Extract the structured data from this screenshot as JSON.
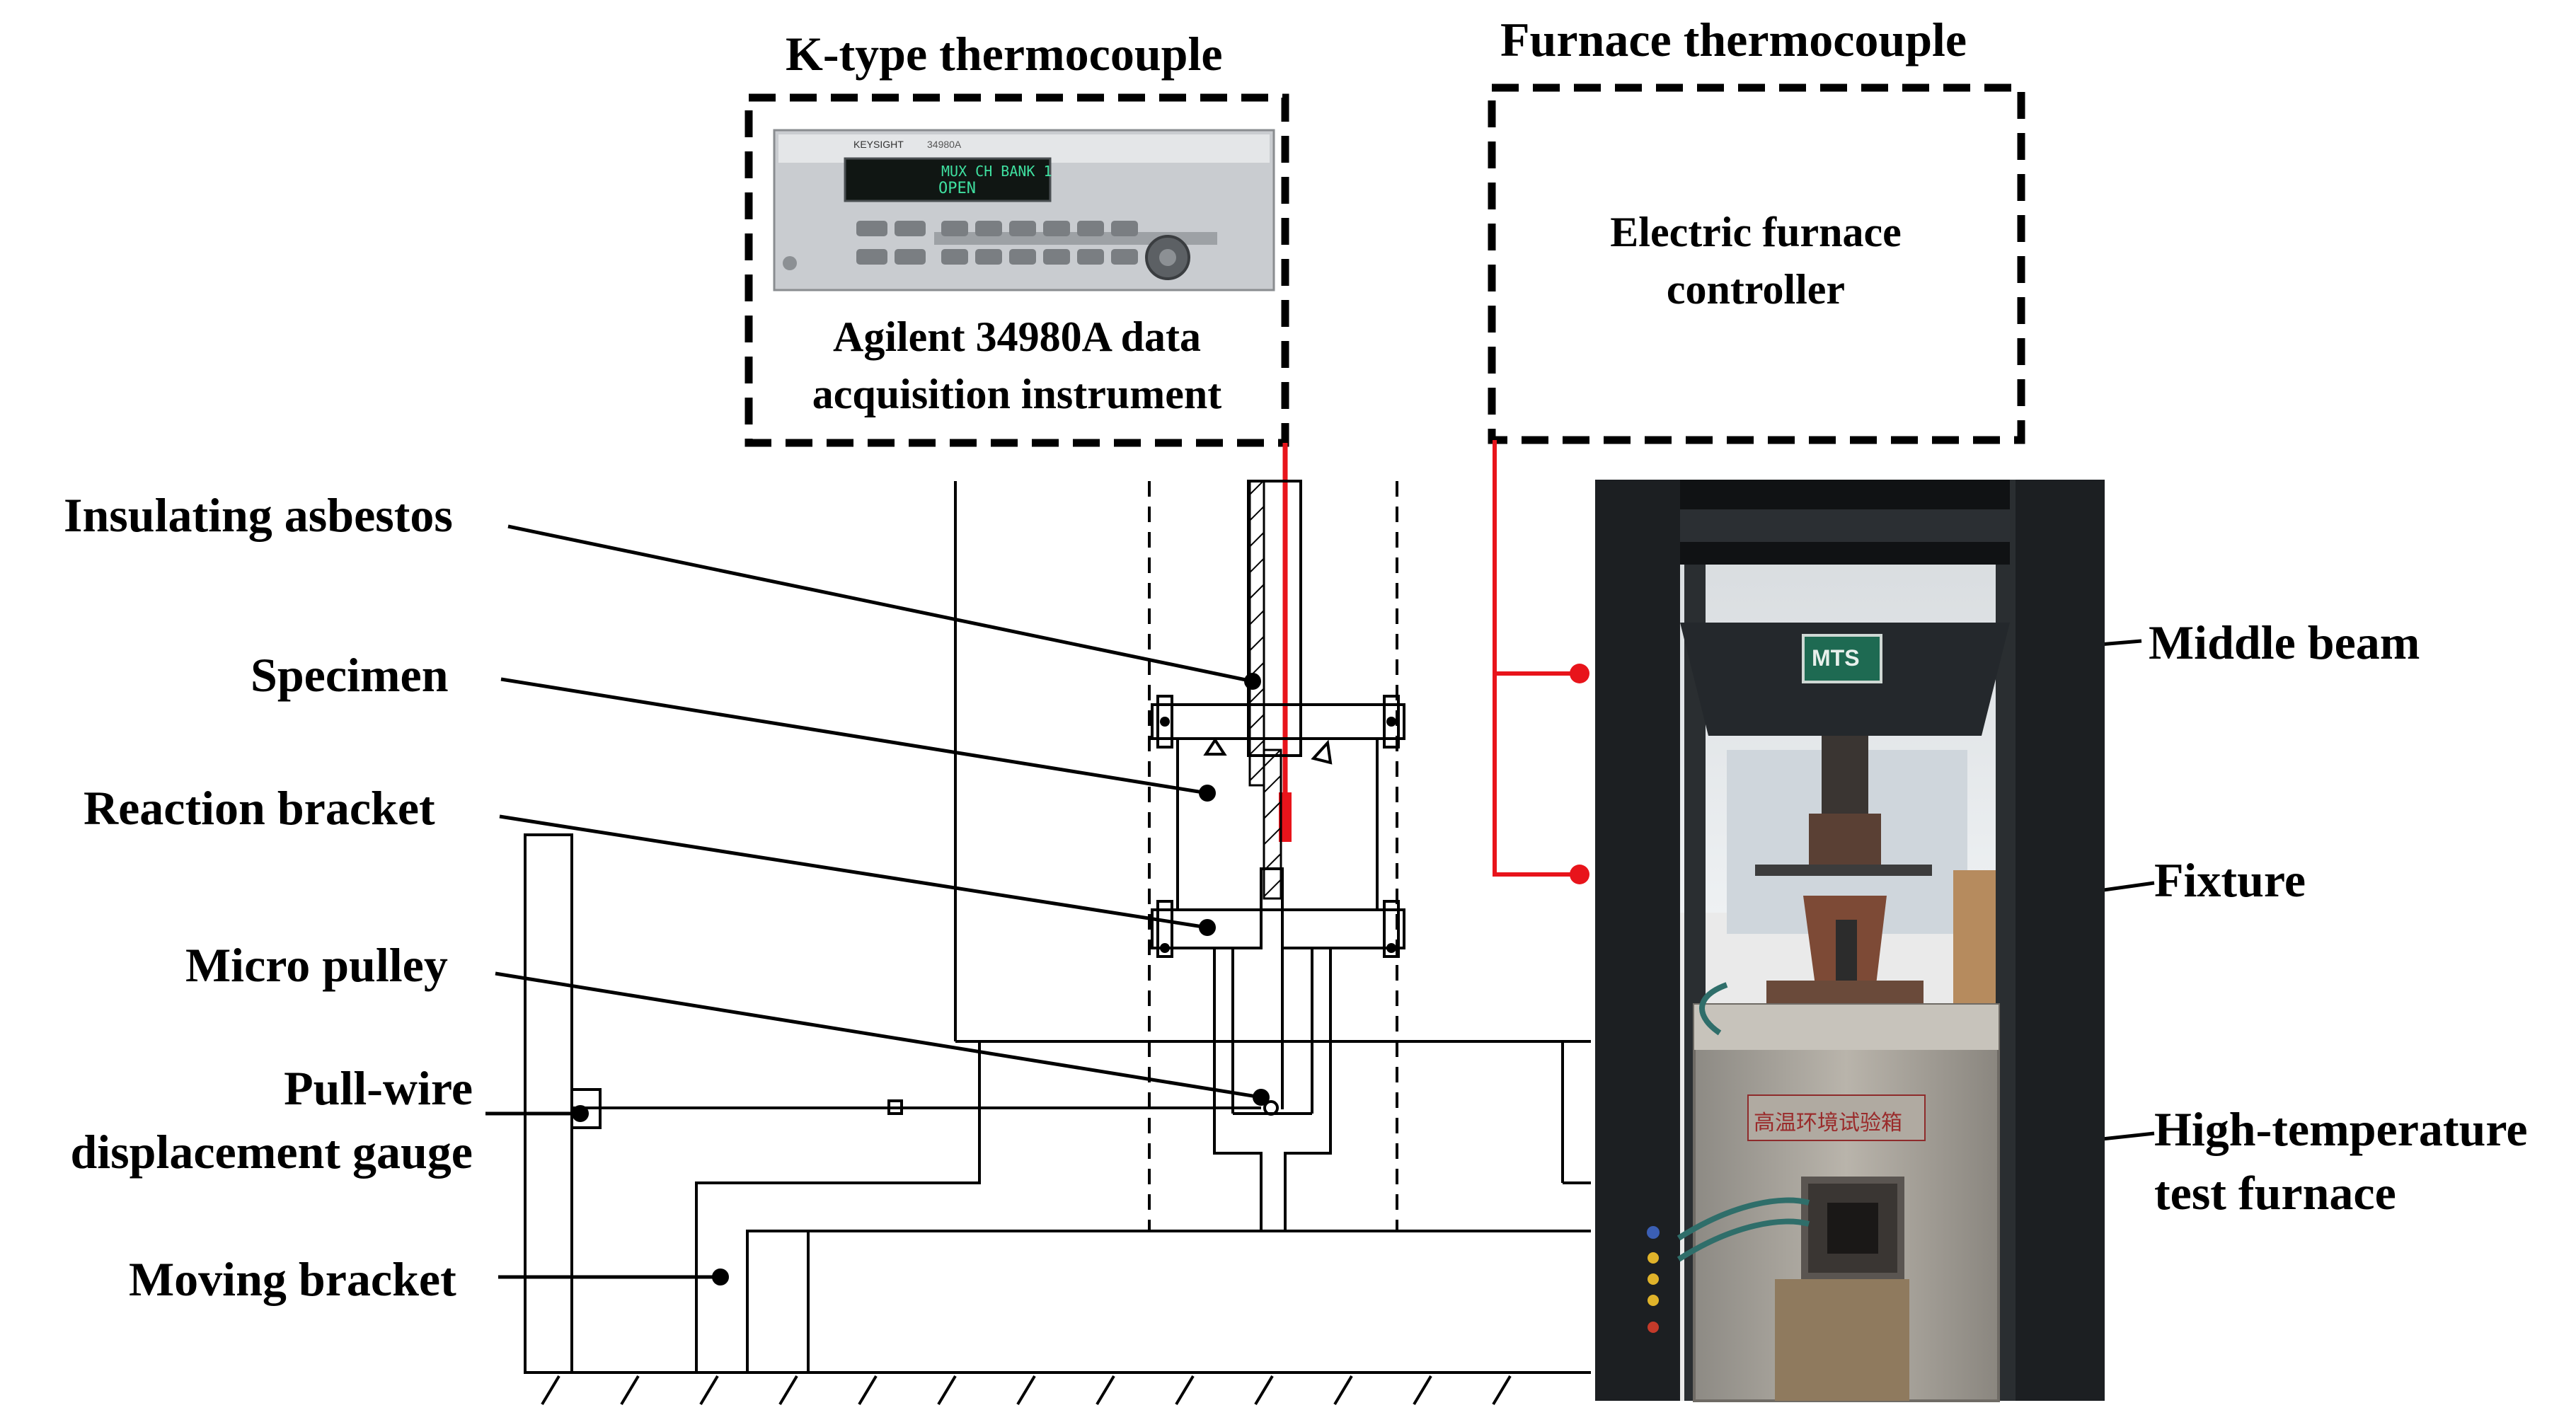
{
  "title_k_type": "K-type thermocouple",
  "title_furnace": "Furnace thermocouple",
  "instrument_label": "Agilent 34980A data acquisition instrument",
  "controller_label": "Electric furnace controller",
  "daq_display": {
    "line1": "MUX CH BANK 1",
    "line2": "OPEN",
    "brand": "KEYSIGHT",
    "model": "34980A"
  },
  "labels_left": {
    "insulating_asbestos": "Insulating asbestos",
    "specimen": "Specimen",
    "reaction_bracket": "Reaction bracket",
    "micro_pulley": "Micro pulley",
    "pull_wire_line1": "Pull-wire",
    "pull_wire_line2": "displacement gauge",
    "moving_bracket": "Moving bracket"
  },
  "labels_right": {
    "middle_beam": "Middle beam",
    "fixture": "Fixture",
    "furnace_line1": "High-temperature",
    "furnace_line2": "test furnace"
  },
  "photo": {
    "badge": "MTS",
    "furnace_plate": "高温环境试验箱"
  },
  "colors": {
    "thermocouple_wire": "#e8141b",
    "frame_dark": "#1c1f22",
    "furnace_steel": "#a9a49c"
  }
}
